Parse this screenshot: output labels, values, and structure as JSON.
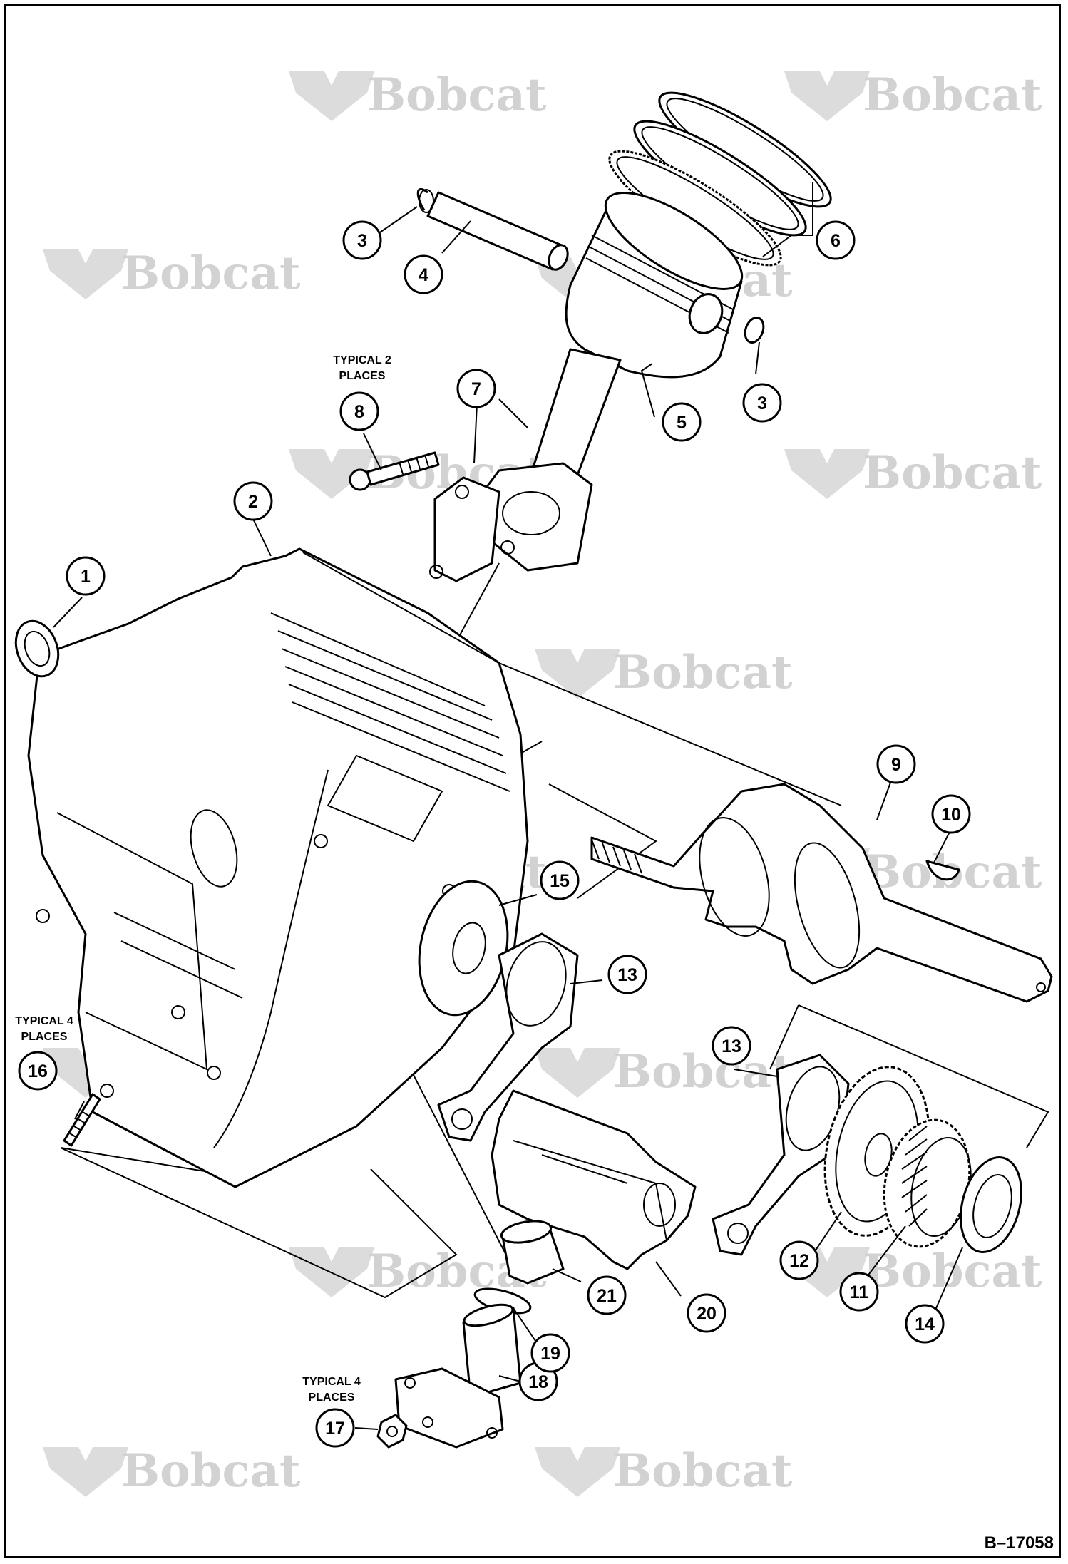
{
  "watermark": {
    "text": "Bobcat",
    "color": "#d2d2d2"
  },
  "notes": {
    "typical_2_line1": "TYPICAL 2",
    "typical_2_line2": "PLACES",
    "typical_4a_line1": "TYPICAL 4",
    "typical_4a_line2": "PLACES",
    "typical_4b_line1": "TYPICAL 4",
    "typical_4b_line2": "PLACES"
  },
  "doc_number": "B–17058",
  "callouts": [
    {
      "label": "1"
    },
    {
      "label": "2"
    },
    {
      "label": "3"
    },
    {
      "label": "3"
    },
    {
      "label": "4"
    },
    {
      "label": "5"
    },
    {
      "label": "6"
    },
    {
      "label": "7"
    },
    {
      "label": "8"
    },
    {
      "label": "9"
    },
    {
      "label": "10"
    },
    {
      "label": "11"
    },
    {
      "label": "12"
    },
    {
      "label": "13"
    },
    {
      "label": "13"
    },
    {
      "label": "14"
    },
    {
      "label": "15"
    },
    {
      "label": "16"
    },
    {
      "label": "17"
    },
    {
      "label": "18"
    },
    {
      "label": "19"
    },
    {
      "label": "20"
    },
    {
      "label": "21"
    }
  ]
}
